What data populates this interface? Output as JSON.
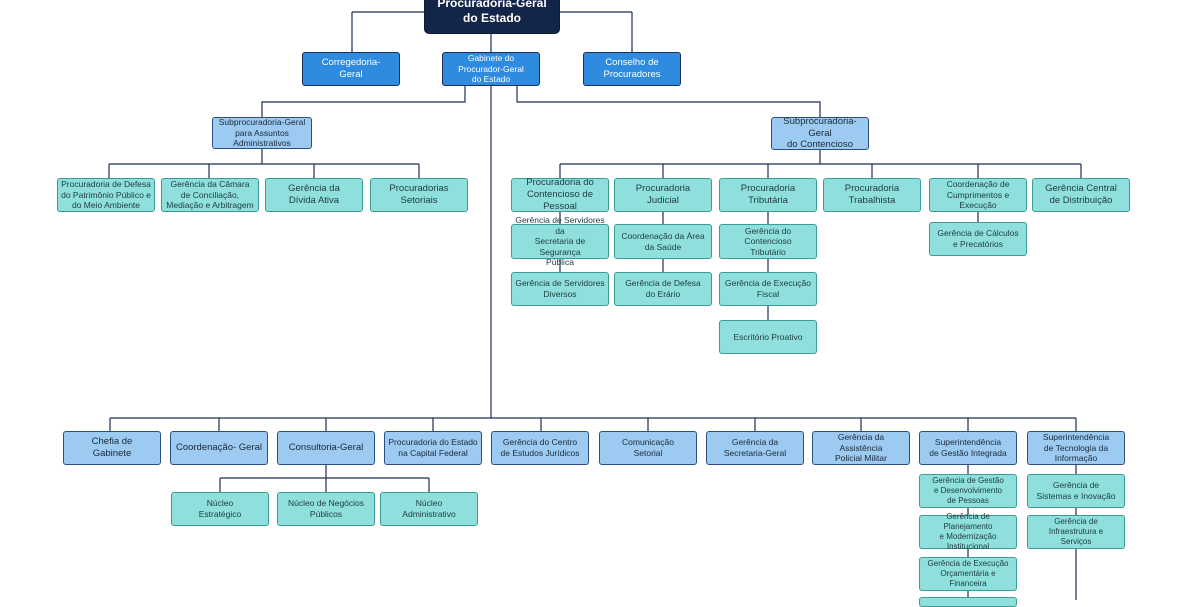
{
  "colors": {
    "root": "#14254a",
    "dark": "#2f8be0",
    "mid": "#9ccaf1",
    "light": "#8fe0dc",
    "line": "#1d2f55"
  },
  "nodes": {
    "root": "Procuradoria-Geral\ndo Estado",
    "corregedoria": "Corregedoria-\nGeral",
    "gabinete_pg": "Gabinete do\nProcurador-Geral\ndo Estado",
    "conselho": "Conselho de\nProcuradores",
    "sub_adm": "Subprocuradoria-Geral\npara Assuntos\nAdministrativos",
    "sub_cont": "Subprocuradoria-Geral\ndo Contencioso",
    "proc_defesa": "Procuradoria de Defesa\ndo Patrimônio Público e\ndo Meio Ambiente",
    "camara": "Gerência da Câmara\nde Conciliação,\nMediação e Arbitragem",
    "divida": "Gerência da\nDívida Ativa",
    "setoriais": "Procuradorias\nSetoriais",
    "cont_pessoal": "Procuradoria do\nContencioso de Pessoal",
    "judicial": "Procuradoria\nJudicial",
    "tributaria": "Procuradoria\nTributária",
    "trabalhista": "Procuradoria\nTrabalhista",
    "cumprimentos": "Coordenação de\nCumprimentos e Execução",
    "distribuicao": "Gerência Central\nde Distribuição",
    "serv_seg": "Gerência de Servidores da\nSecretaria de Segurança\nPública",
    "serv_div": "Gerência de Servidores\nDiversos",
    "saude": "Coordenação da Área\nda Saúde",
    "erario": "Gerência de Defesa\ndo Erário",
    "cont_trib": "Gerência do Contencioso\nTributário",
    "exec_fiscal": "Gerência de Execução\nFiscal",
    "proativo": "Escritório Proativo",
    "calculos": "Gerência de Cálculos\ne Precatórios",
    "chefia": "Chefia de\nGabinete",
    "coord_geral": "Coordenação- Geral",
    "consultoria": "Consultoria-Geral",
    "capital": "Procuradoria do Estado\nna Capital Federal",
    "centro_est": "Gerência do Centro\nde Estudos Jurídicos",
    "comunicacao": "Comunicação\nSetorial",
    "secretaria": "Gerência da\nSecretaria-Geral",
    "assist_pm": "Gerência da Assistência\nPolicial Militar",
    "sup_gestao": "Superintendência\nde Gestão Integrada",
    "sup_ti": "Superintendência\nde Tecnologia da\nInformação",
    "nucleo_est": "Núcleo\nEstratégico",
    "nucleo_neg": "Núcleo de Negócios\nPúblicos",
    "nucleo_adm": "Núcleo\nAdministrativo",
    "gestao_pessoas": "Gerência de Gestão\ne Desenvolvimento\nde Pessoas",
    "planejamento": "Gerência de Planejamento\ne Modernização\nInstitucional",
    "exec_orc": "Gerência  de Execução\nOrçamentária e Financeira",
    "sistemas": "Gerência de\nSistemas e Inovação",
    "infra": "Gerência  de\nInfraestrutura e\nServiços"
  }
}
